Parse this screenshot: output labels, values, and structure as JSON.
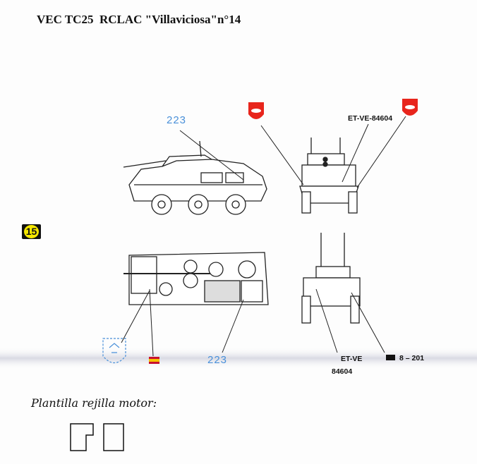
{
  "title": "VEC TC25  RCLAC \"Villaviciosa\"n°14",
  "step_number": "15",
  "labels": {
    "side_number_top": "223",
    "side_number_bottom": "223",
    "front_plate": "ET-VE-84604",
    "rear_plate_line1": "ET-VE",
    "rear_plate_line2": "84604",
    "rear_code": "8 – 201"
  },
  "note": "Plantilla rejilla motor:",
  "colors": {
    "badge_red": "#e8251c",
    "decal_blue": "#4a90d9",
    "step_yellow": "#f6e800",
    "flag_red": "#c8102e",
    "flag_yellow": "#f6c400"
  },
  "icons": [
    "unit-badge-red",
    "unit-shield-blue",
    "spain-flag",
    "black-plate-marker"
  ]
}
